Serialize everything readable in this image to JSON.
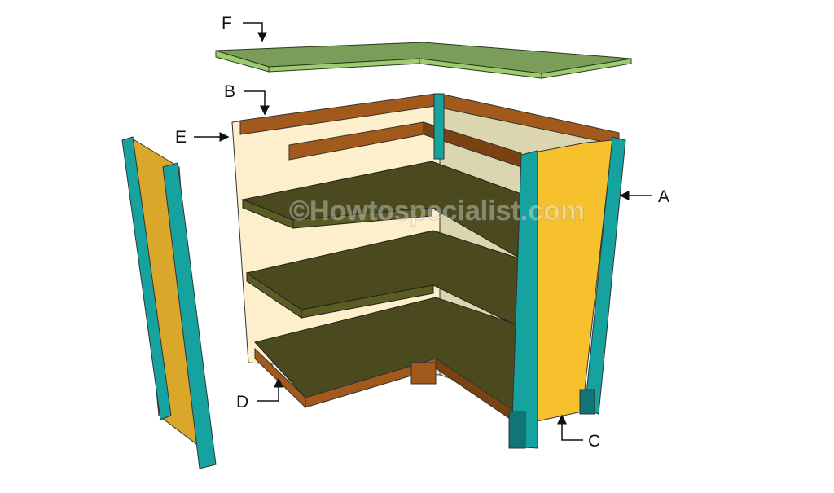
{
  "diagram": {
    "watermark": "©Howtospecialist.com",
    "labels": {
      "a": "A",
      "b": "B",
      "c": "C",
      "d": "D",
      "e": "E",
      "f": "F"
    }
  },
  "colors": {
    "countertop": "#7a9e5a",
    "countertop_edge": "#9ccc6e",
    "side_panel": "#f7c12e",
    "side_panel_shade": "#d9a82a",
    "leg": "#16a3a0",
    "leg_dark": "#0f7674",
    "back_panel": "#fdefcb",
    "back_panel_shade": "#dcd6b0",
    "rail": "#a25a1c",
    "rail_dark": "#7a4210",
    "shelf": "#4a4a1e",
    "shelf_edge": "#5b5b24"
  }
}
